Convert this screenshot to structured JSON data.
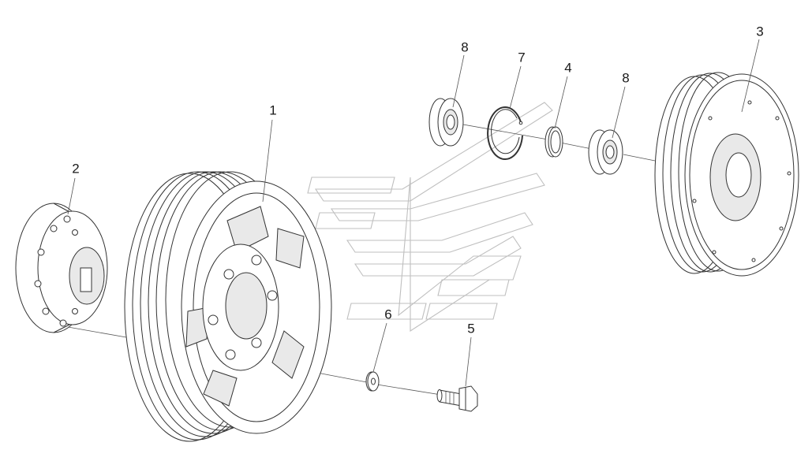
{
  "callouts": [
    {
      "id": "1",
      "label": "1"
    },
    {
      "id": "2",
      "label": "2"
    },
    {
      "id": "3",
      "label": "3"
    },
    {
      "id": "4",
      "label": "4"
    },
    {
      "id": "5",
      "label": "5"
    },
    {
      "id": "6",
      "label": "6"
    },
    {
      "id": "7",
      "label": "7"
    },
    {
      "id": "8a",
      "label": "8"
    },
    {
      "id": "8b",
      "label": "8"
    }
  ],
  "parts": [
    {
      "name": "pulley-main-icon"
    },
    {
      "name": "hub-flange-icon"
    },
    {
      "name": "pulley-secondary-icon"
    },
    {
      "name": "spacer-ring-icon"
    },
    {
      "name": "bolt-icon"
    },
    {
      "name": "washer-icon"
    },
    {
      "name": "snap-ring-icon"
    },
    {
      "name": "bearing-icon"
    }
  ],
  "colors": {
    "line": "#333333",
    "watermark": "#bfbfbf",
    "background": "#ffffff"
  }
}
